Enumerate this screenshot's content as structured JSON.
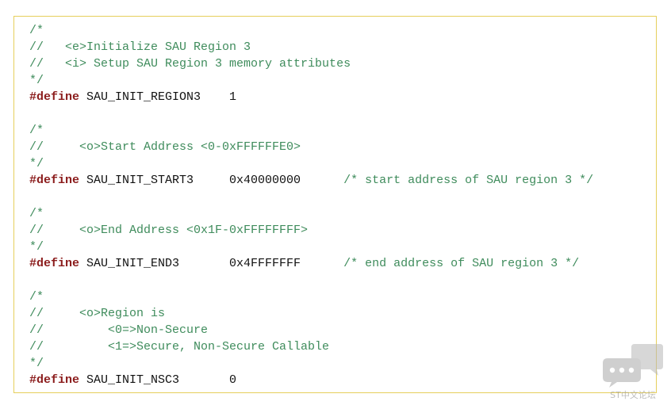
{
  "code": {
    "lines": [
      [
        {
          "text": "/*",
          "type": "comment"
        }
      ],
      [
        {
          "text": "//   <e>Initialize SAU Region 3",
          "type": "comment"
        }
      ],
      [
        {
          "text": "//   <i> Setup SAU Region 3 memory attributes",
          "type": "comment"
        }
      ],
      [
        {
          "text": "*/",
          "type": "comment"
        }
      ],
      [
        {
          "text": "#define",
          "type": "keyword"
        },
        {
          "text": " SAU_INIT_REGION3    1",
          "type": "normal"
        }
      ],
      [],
      [
        {
          "text": "/*",
          "type": "comment"
        }
      ],
      [
        {
          "text": "//     <o>Start Address <0-0xFFFFFFE0>",
          "type": "comment"
        }
      ],
      [
        {
          "text": "*/",
          "type": "comment"
        }
      ],
      [
        {
          "text": "#define",
          "type": "keyword"
        },
        {
          "text": " SAU_INIT_START3     0x40000000      ",
          "type": "normal"
        },
        {
          "text": "/* start address of SAU region 3 */",
          "type": "comment"
        }
      ],
      [],
      [
        {
          "text": "/*",
          "type": "comment"
        }
      ],
      [
        {
          "text": "//     <o>End Address <0x1F-0xFFFFFFFF>",
          "type": "comment"
        }
      ],
      [
        {
          "text": "*/",
          "type": "comment"
        }
      ],
      [
        {
          "text": "#define",
          "type": "keyword"
        },
        {
          "text": " SAU_INIT_END3       0x4FFFFFFF      ",
          "type": "normal"
        },
        {
          "text": "/* end address of SAU region 3 */",
          "type": "comment"
        }
      ],
      [],
      [
        {
          "text": "/*",
          "type": "comment"
        }
      ],
      [
        {
          "text": "//     <o>Region is",
          "type": "comment"
        }
      ],
      [
        {
          "text": "//         <0=>Non-Secure",
          "type": "comment"
        }
      ],
      [
        {
          "text": "//         <1=>Secure, Non-Secure Callable",
          "type": "comment"
        }
      ],
      [
        {
          "text": "*/",
          "type": "comment"
        }
      ],
      [
        {
          "text": "#define",
          "type": "keyword"
        },
        {
          "text": " SAU_INIT_NSC3       0",
          "type": "normal"
        }
      ]
    ]
  },
  "watermark": {
    "text": "ST中文论坛",
    "icon": "chat-bubbles-icon"
  },
  "colors": {
    "frame_border": "#e6cf5c",
    "comment": "#3f8c5c",
    "keyword": "#8b1c1c",
    "text": "#111111"
  }
}
